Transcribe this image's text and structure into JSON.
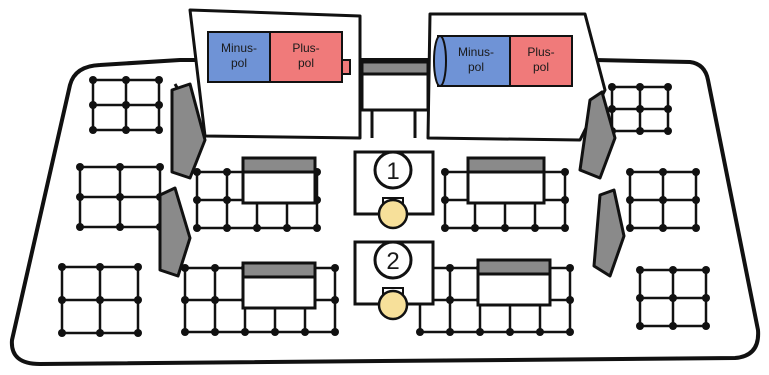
{
  "batteries": [
    {
      "minus_label_line1": "Minus-",
      "minus_label_line2": "pol",
      "plus_label_line1": "Plus-",
      "plus_label_line2": "pol"
    },
    {
      "minus_label_line1": "Minus-",
      "minus_label_line2": "pol",
      "plus_label_line1": "Plus-",
      "plus_label_line2": "pol"
    }
  ],
  "lamps": [
    {
      "label": "1"
    },
    {
      "label": "2"
    }
  ],
  "colors": {
    "minus_pole": "#6f93d6",
    "plus_pole": "#f07a7a",
    "bulb": "#f7e09a",
    "component_top": "#8a8a8a",
    "outline": "#111111",
    "board": "#ffffff"
  }
}
